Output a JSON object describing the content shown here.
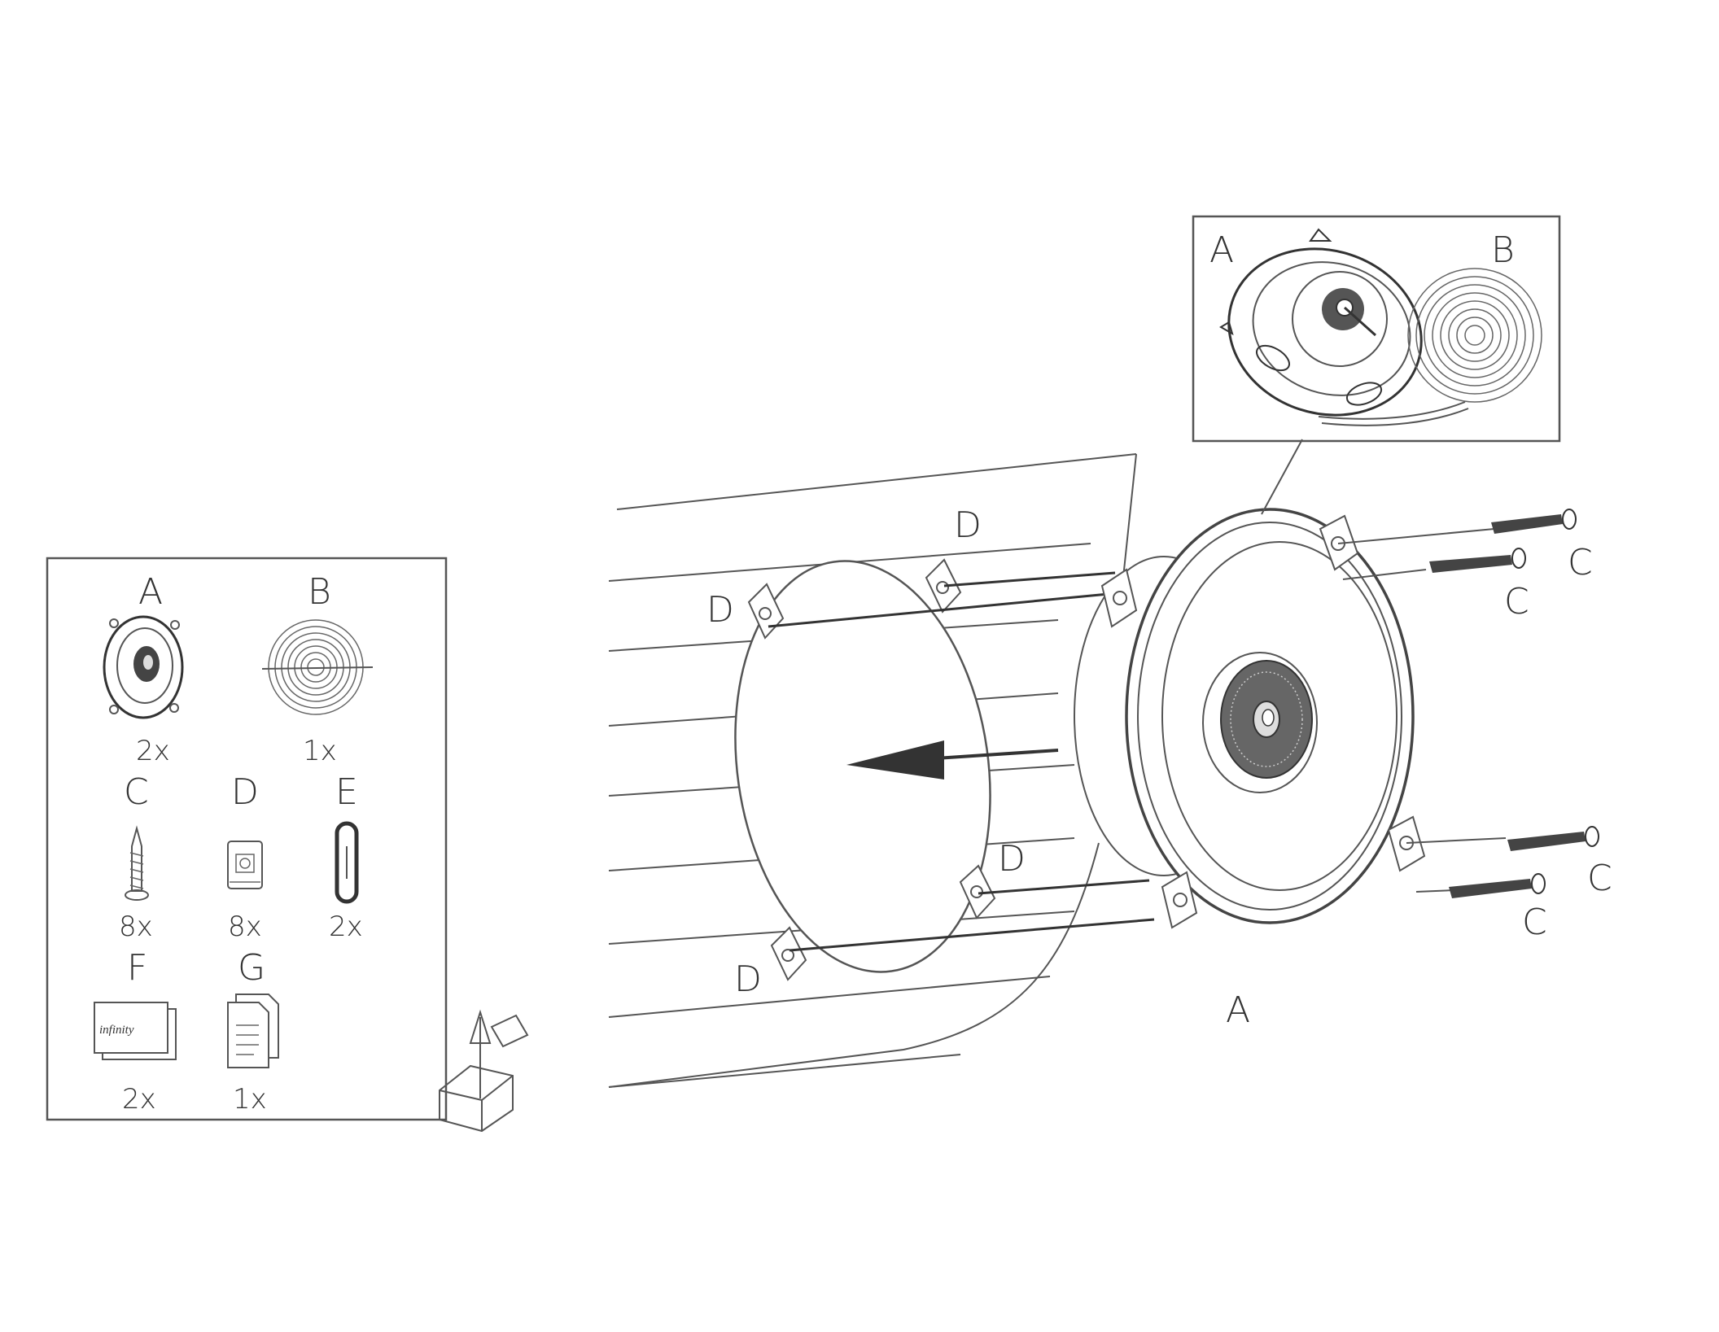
{
  "parts_box": {
    "items": [
      {
        "letter": "A",
        "qty": "2x"
      },
      {
        "letter": "B",
        "qty": "1x"
      },
      {
        "letter": "C",
        "qty": "8x"
      },
      {
        "letter": "D",
        "qty": "8x"
      },
      {
        "letter": "E",
        "qty": "2x"
      },
      {
        "letter": "F",
        "qty": "2x"
      },
      {
        "letter": "G",
        "qty": "1x"
      }
    ],
    "logo_text": "infinity"
  },
  "inset": {
    "label_speaker": "A",
    "label_wire": "B"
  },
  "assembly": {
    "speaker_label": "A",
    "clip_label": "D",
    "screw_label": "C"
  },
  "colors": {
    "ink": "#333333",
    "paper": "#ffffff"
  }
}
